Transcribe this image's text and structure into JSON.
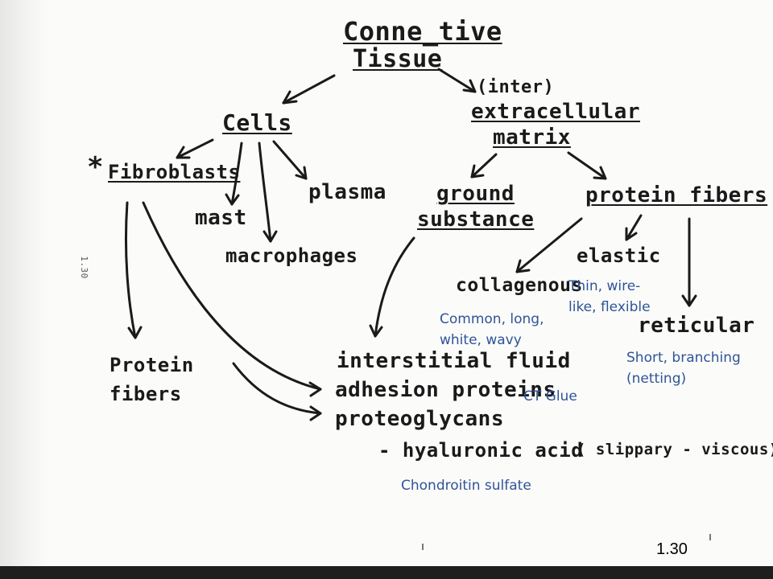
{
  "nodes": {
    "connective": "Conne_tive",
    "tissue": "Tissue",
    "inter": "(inter)",
    "extracellular": "extracellular",
    "matrix": "matrix",
    "cells": "Cells",
    "star": "*",
    "fibroblasts": "Fibroblasts",
    "mast": "mast",
    "macrophages": "macrophages",
    "plasma": "plasma",
    "ground": "ground",
    "substance": "substance",
    "protein_fibers_right": "protein fibers",
    "collagenous": "collagenous",
    "elastic": "elastic",
    "reticular": "reticular",
    "protein_left": "Protein",
    "fibers_left": "fibers",
    "interstitial_fluid": "interstitial fluid",
    "adhesion_proteins": "adhesion proteins",
    "proteoglycans": "proteoglycans",
    "hyaluronic_acid": "- hyaluronic acid",
    "slippery_viscous": "( slippary - viscous)"
  },
  "annotations": {
    "thin_line1": "Thin, wire-",
    "thin_line2": "like, flexible",
    "common_line1": "Common, long,",
    "common_line2": "white, wavy",
    "short_line1": "Short, branching",
    "short_line2": "(netting)",
    "ct_glue": "CT Glue",
    "chondroitin": "Chondroitin sulfate"
  },
  "side_mark": "1.30",
  "page_number": "1.30",
  "colors": {
    "ink": "#1a1a1a",
    "typed_text": "#2f5496",
    "paper": "#fbfbfa"
  }
}
